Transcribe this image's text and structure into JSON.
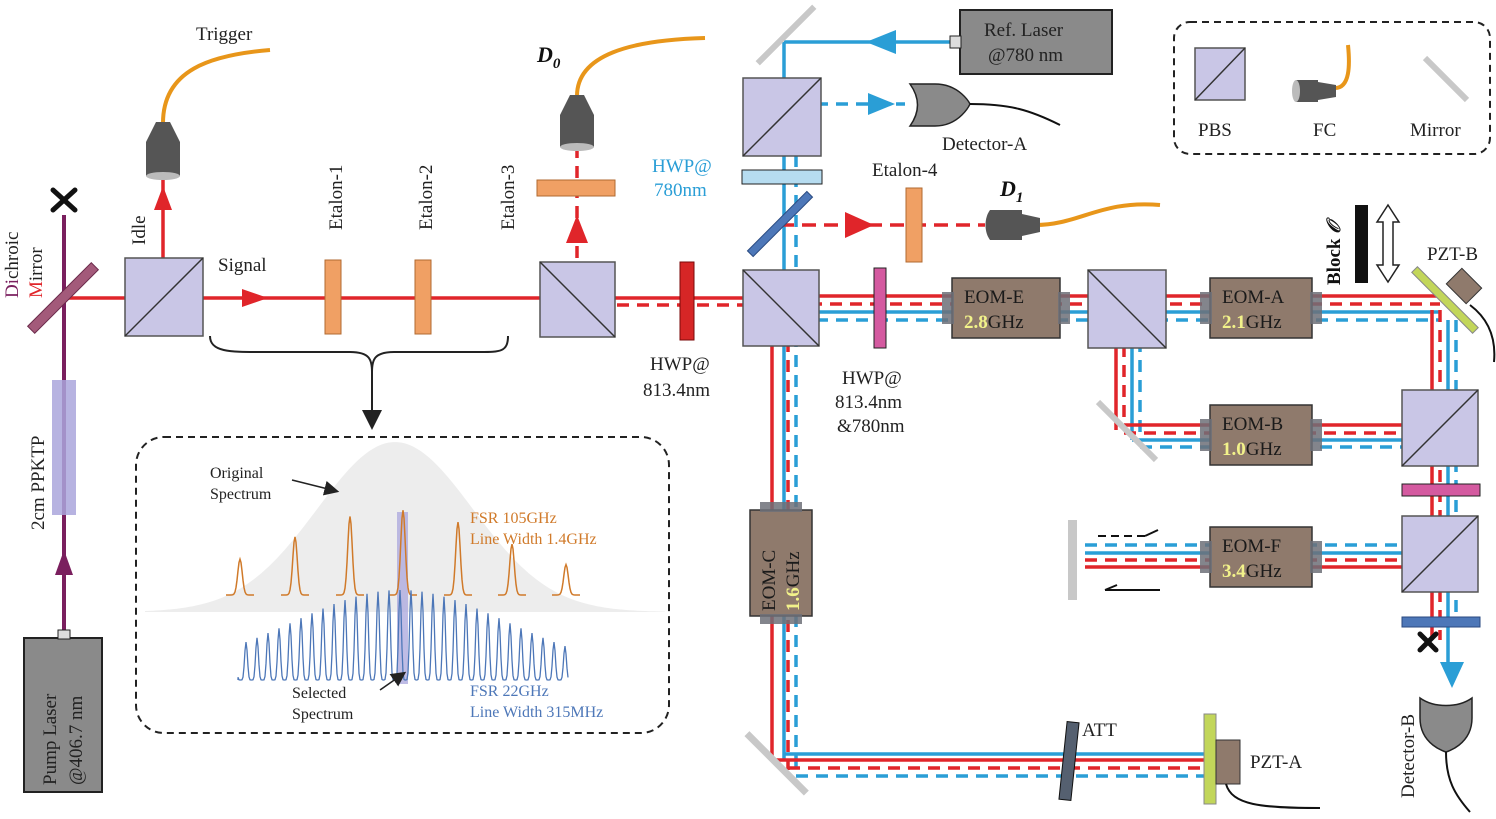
{
  "colors": {
    "red_beam": "#e0252a",
    "blue_beam": "#2a9ed6",
    "purple_beam": "#7a1f5e",
    "pbs_fill": "#c9c6e6",
    "eom_fill": "#8f7a6c",
    "etalon_fill": "#f0a064",
    "fiber": "#e8961a",
    "ppktp_fill": "#aaa6dc",
    "inset_blue": "#4d77b8",
    "inset_orange": "#d07a2a",
    "freq_highlight": "#f2f28a"
  },
  "labels": {
    "trigger": "Trigger",
    "idle": "Idle",
    "signal": "Signal",
    "dichroic_di": "Di",
    "dichroic_rest": "chroic",
    "mirror_m": "M",
    "mirror_rest": "irror",
    "ppktp": "2cm PPKTP",
    "pump_line1": "Pump Laser",
    "pump_line2": "@406.7 nm",
    "etalon1": "Etalon-1",
    "etalon2": "Etalon-2",
    "etalon3": "Etalon-3",
    "etalon4": "Etalon-4",
    "d0_main": "D",
    "d0_sub": "0",
    "d1_main": "D",
    "d1_sub": "1",
    "hwp780_line1": "HWP@",
    "hwp780_line2": "780nm",
    "hwp813_line1": "HWP@",
    "hwp813_line2": "813.4nm",
    "hwp_dual_line1": "HWP@",
    "hwp_dual_line2": "813.4nm",
    "hwp_dual_line3": "&780nm",
    "ref_laser_line1": "Ref. Laser",
    "ref_laser_line2": "@780 nm",
    "detector_a": "Detector-A",
    "detector_b": "Detector-B",
    "block_o": "Block",
    "block_o_symbol": "𝒪",
    "pzt_a": "PZT-A",
    "pzt_b": "PZT-B",
    "att": "ATT"
  },
  "eoms": [
    {
      "id": "E",
      "name": "EOM-E",
      "freq_num": "2.8",
      "unit": "GHz"
    },
    {
      "id": "A",
      "name": "EOM-A",
      "freq_num": "2.1",
      "unit": "GHz"
    },
    {
      "id": "B",
      "name": "EOM-B",
      "freq_num": "1.0",
      "unit": "GHz"
    },
    {
      "id": "F",
      "name": "EOM-F",
      "freq_num": "3.4",
      "unit": "GHz"
    },
    {
      "id": "C",
      "name": "EOM-C",
      "freq_num": "1.6",
      "unit": "GHz"
    }
  ],
  "legend": {
    "pbs": "PBS",
    "fc": "FC",
    "mirror": "Mirror"
  },
  "inset": {
    "original_line1": "Original",
    "original_line2": "Spectrum",
    "selected_line1": "Selected",
    "selected_line2": "Spectrum",
    "fsr1_line1": "FSR 105GHz",
    "fsr1_line2": "Line Width 1.4GHz",
    "fsr2_line1": "FSR 22GHz",
    "fsr2_line2": "Line Width 315MHz"
  }
}
